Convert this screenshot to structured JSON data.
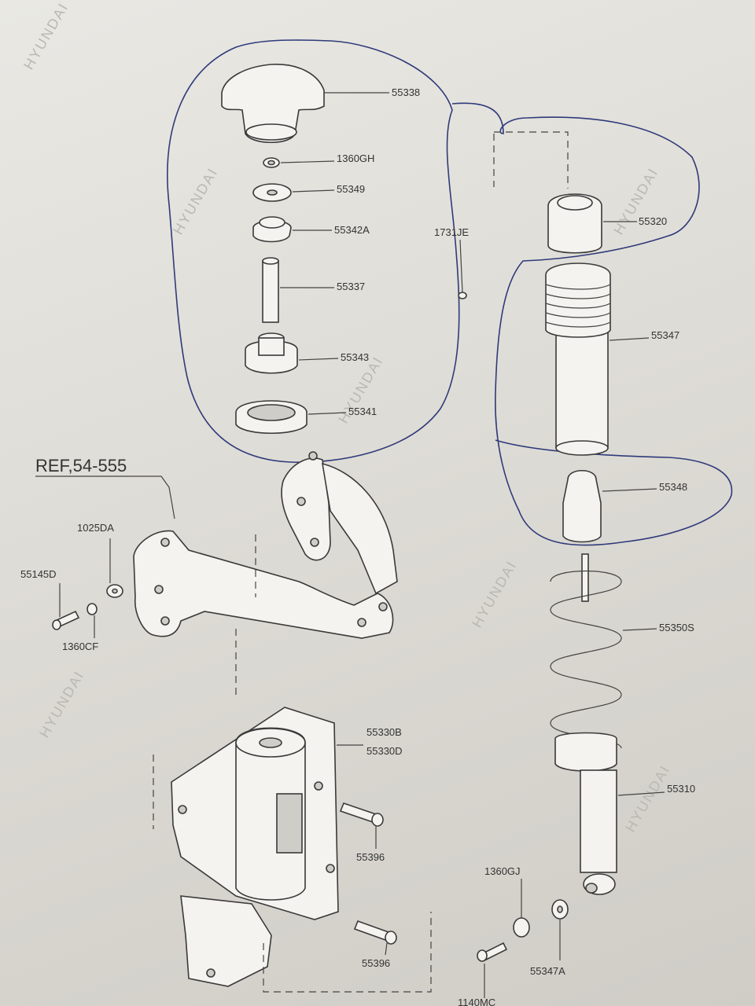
{
  "watermark": "HYUNDAI",
  "reference": "REF,54-555",
  "labels": {
    "l55338": "55338",
    "l1360GH": "1360GH",
    "l55349": "55349",
    "l55342A": "55342A",
    "l55337": "55337",
    "l55343": "55343",
    "l55341": "55341",
    "l1731JE": "1731JE",
    "l55320": "55320",
    "l55347": "55347",
    "l55348": "55348",
    "l55350S": "55350S",
    "l55310": "55310",
    "l1025DA": "1025DA",
    "l55145D": "55145D",
    "l1360CF": "1360CF",
    "l55330B": "55330B",
    "l55330D": "55330D",
    "l55396a": "55396",
    "l55396b": "55396",
    "l1360GJ": "1360GJ",
    "l55347A": "55347A",
    "l1140MC": "1140MC"
  },
  "colors": {
    "paper": "#e6e5df",
    "line": "#3a3a3a",
    "pen": "#2f3a7a"
  }
}
